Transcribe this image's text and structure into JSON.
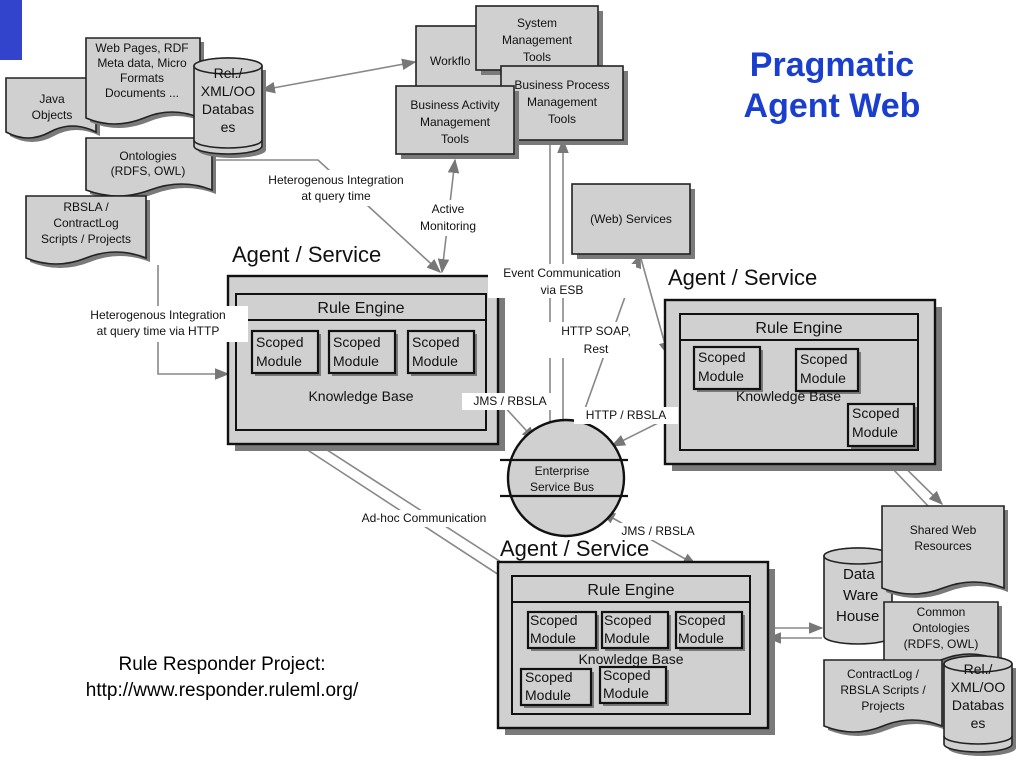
{
  "title": {
    "line1": "Pragmatic",
    "line2": "Agent Web"
  },
  "footer": {
    "line1": "Rule Responder Project:",
    "line2": "http://www.responder.ruleml.org/"
  },
  "colors": {
    "accent": "#1a3fcf",
    "box_fill": "#d0d0d0",
    "shadow": "#7a7a7a",
    "stroke": "#222222",
    "corner_square": "#3344cc"
  },
  "docs": {
    "java_objects": [
      "Java",
      "Objects"
    ],
    "web_pages": [
      "Web Pages, RDF",
      "Meta data, Micro",
      "Formats",
      "Documents ..."
    ],
    "ontologies": [
      "Ontologies",
      "(RDFS, OWL)"
    ],
    "rbsla": [
      "RBSLA /",
      "ContractLog",
      "Scripts / Projects"
    ],
    "shared_web": [
      "Shared Web",
      "Resources"
    ],
    "common_ont": [
      "Common",
      "Ontologies",
      "(RDFS, OWL)"
    ],
    "contractlog": [
      "ContractLog /",
      "RBSLA Scripts /",
      "Projects"
    ]
  },
  "databases": {
    "rel_top": [
      "Rel./",
      "XML/OO",
      "Databas",
      "es"
    ],
    "data_warehouse": [
      "Data",
      "Ware",
      "House"
    ],
    "rel_bottom": [
      "Rel./",
      "XML/OO",
      "Databas",
      "es"
    ]
  },
  "tools": {
    "workflow": "Workflo",
    "system_mgmt": [
      "System",
      "Management",
      "Tools"
    ],
    "bpm": [
      "Business Process",
      "Management",
      "Tools"
    ],
    "bam": [
      "Business Activity",
      "Management",
      "Tools"
    ],
    "web_services": "(Web) Services"
  },
  "agents": {
    "a1": {
      "heading": "Agent / Service",
      "engine": "Rule Engine",
      "kb": "Knowledge Base",
      "modules": [
        [
          "Scoped",
          "Module"
        ],
        [
          "Scoped",
          "Module"
        ],
        [
          "Scoped",
          "Module"
        ]
      ]
    },
    "a2": {
      "heading": "Agent / Service",
      "engine": "Rule Engine",
      "kb": "Knowledge Base",
      "modules": [
        [
          "Scoped",
          "Module"
        ],
        [
          "Scoped",
          "Module"
        ],
        [
          "Scoped",
          "Module"
        ]
      ]
    },
    "a3": {
      "heading": "Agent / Service",
      "engine": "Rule Engine",
      "kb": "Knowledge Base",
      "modules": [
        [
          "Scoped",
          "Module"
        ],
        [
          "Scoped",
          "Module"
        ],
        [
          "Scoped",
          "Module"
        ],
        [
          "Scoped",
          "Module"
        ],
        [
          "Scoped",
          "Module"
        ]
      ]
    }
  },
  "esb": [
    "Enterprise",
    "Service Bus"
  ],
  "edge_labels": {
    "het_integration": [
      "Heterogenous Integration",
      "at query time"
    ],
    "het_http": [
      "Heterogenous Integration",
      "at query time via HTTP"
    ],
    "active_monitoring": [
      "Active",
      "Monitoring"
    ],
    "event_comm": [
      "Event Communication",
      "via ESB"
    ],
    "http_soap": [
      "HTTP SOAP,",
      "Rest"
    ],
    "jms_1": "JMS / RBSLA",
    "http_rbsla": "HTTP / RBSLA",
    "adhoc": "Ad-hoc Communication",
    "jms_2": "JMS / RBSLA"
  }
}
